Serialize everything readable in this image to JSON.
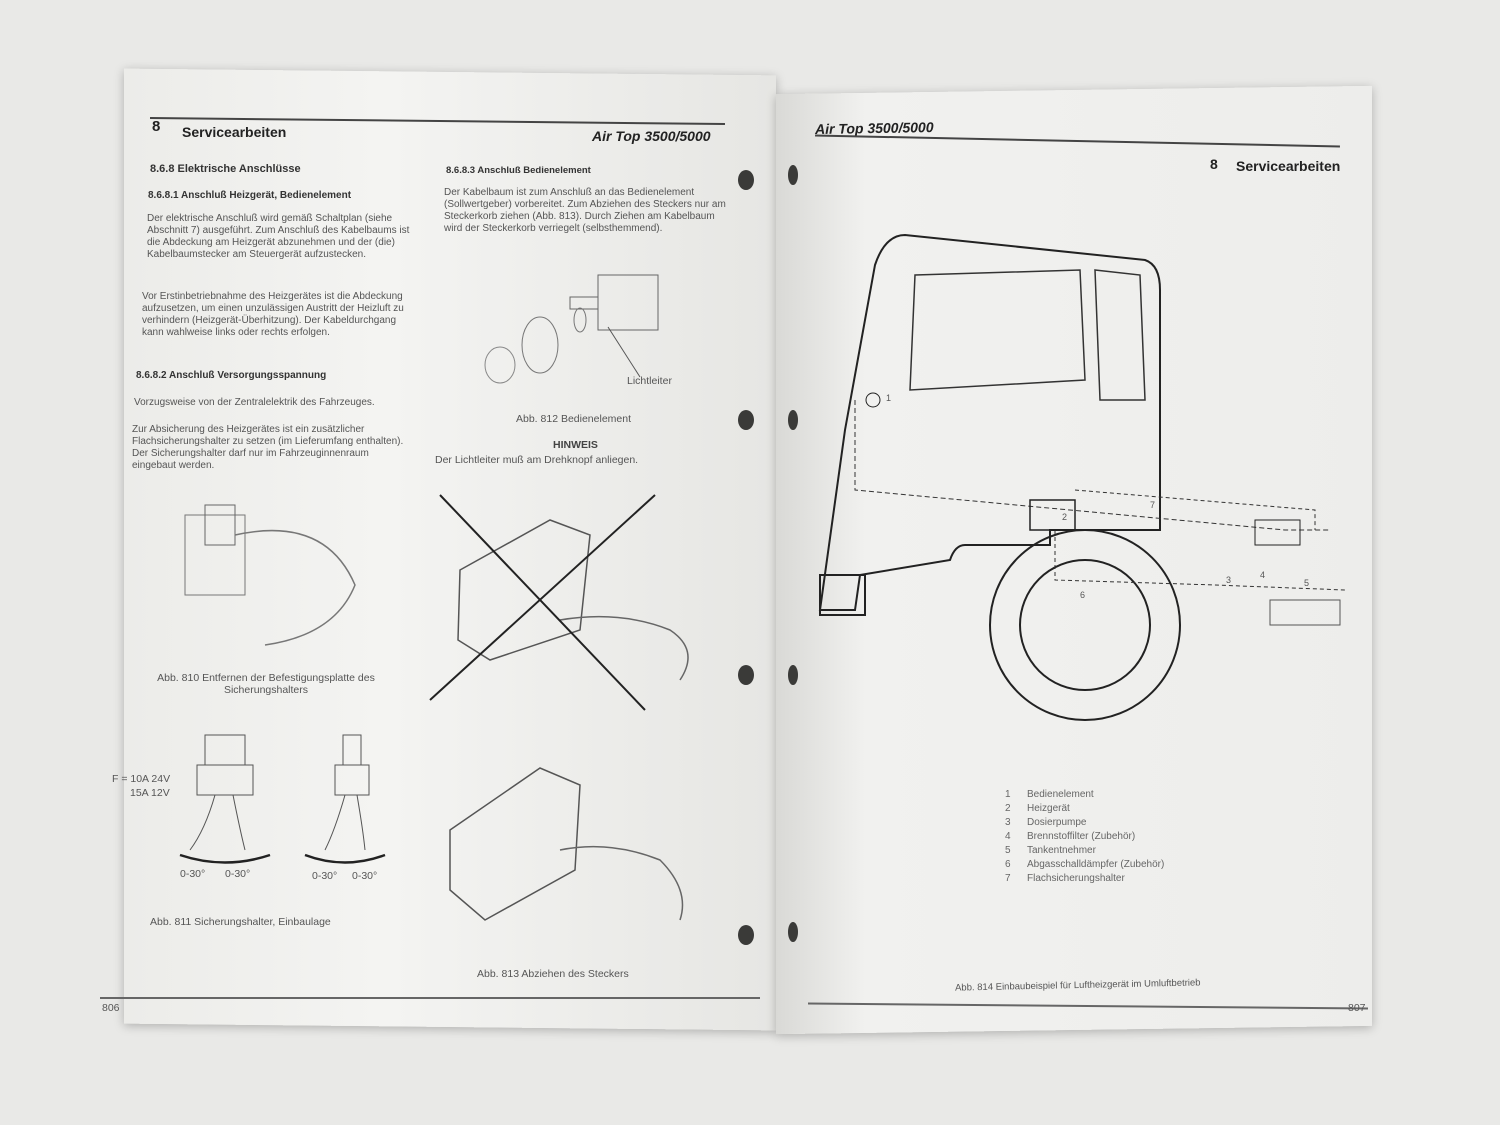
{
  "left_page": {
    "chapter_number": "8",
    "chapter_title": "Servicearbeiten",
    "product": "Air Top 3500/5000",
    "sections": {
      "s868": "8.6.8  Elektrische Anschlüsse",
      "s8681": "8.6.8.1 Anschluß Heizgerät, Bedienelement",
      "p1": "Der elektrische Anschluß wird gemäß Schaltplan (siehe Abschnitt 7) ausgeführt. Zum Anschluß des Kabelbaums ist die Abdeckung am Heizgerät abzunehmen und der (die) Kabelbaumstecker am Steuergerät aufzustecken.",
      "p2": "Vor Erstinbetriebnahme des Heizgerätes ist die Abdeckung aufzusetzen, um einen unzulässigen Austritt der Heizluft zu verhindern (Heizgerät-Überhitzung). Der Kabeldurchgang kann wahlweise links oder rechts erfolgen.",
      "s8682": "8.6.8.2 Anschluß Versorgungsspannung",
      "p3": "Vorzugsweise von der Zentralelektrik des Fahrzeuges.",
      "p4": "Zur Absicherung des Heizgerätes ist ein zusätzlicher Flachsicherungshalter zu setzen (im Lieferumfang enthalten). Der Sicherungshalter darf nur im Fahrzeuginnenraum eingebaut werden.",
      "s8683": "8.6.8.3 Anschluß Bedienelement",
      "p5": "Der Kabelbaum ist zum Anschluß an das Bedienelement (Sollwertgeber) vorbereitet. Zum Abziehen des Steckers nur am Steckerkorb ziehen (Abb. 813). Durch Ziehen am Kabelbaum wird der Steckerkorb verriegelt (selbsthemmend).",
      "label_lichtleiter": "Lichtleiter",
      "cap812": "Abb. 812  Bedienelement",
      "hinweis_title": "HINWEIS",
      "hinweis_text": "Der Lichtleiter muß am Drehknopf anliegen.",
      "cap810": "Abb. 810  Entfernen der Befestigungsplatte des Sicherungshalters",
      "fuse_rating_1": "F = 10A 24V",
      "fuse_rating_2": "15A 12V",
      "angle_a": "0-30°",
      "angle_b": "0-30°",
      "angle_c": "0-30°",
      "angle_d": "0-30°",
      "cap811": "Abb. 811  Sicherungshalter, Einbaulage",
      "cap813": "Abb. 813  Abziehen des Steckers"
    },
    "page_number": "806"
  },
  "right_page": {
    "product": "Air Top 3500/5000",
    "chapter_number": "8",
    "chapter_title": "Servicearbeiten",
    "legend": [
      {
        "n": "1",
        "label": "Bedienelement"
      },
      {
        "n": "2",
        "label": "Heizgerät"
      },
      {
        "n": "3",
        "label": "Dosierpumpe"
      },
      {
        "n": "4",
        "label": "Brennstoffilter (Zubehör)"
      },
      {
        "n": "5",
        "label": "Tankentnehmer"
      },
      {
        "n": "6",
        "label": "Abgasschalldämpfer (Zubehör)"
      },
      {
        "n": "7",
        "label": "Flachsicherungshalter"
      }
    ],
    "callouts": [
      "1",
      "2",
      "3",
      "4",
      "5",
      "6",
      "7"
    ],
    "cap814": "Abb. 814  Einbaubeispiel für Luftheizgerät im Umluftbetrieb",
    "page_number": "807"
  }
}
